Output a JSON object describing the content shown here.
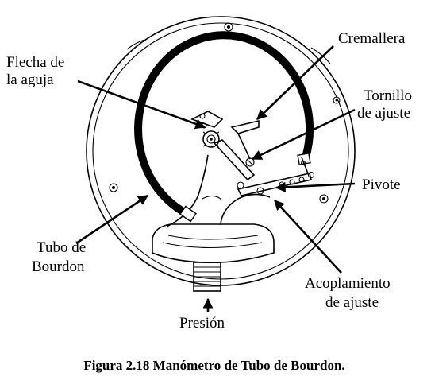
{
  "labels": {
    "cremallera": "Cremallera",
    "flecha_line1": "Flecha de",
    "flecha_line2": "la aguja",
    "tornillo_line1": "Tornillo",
    "tornillo_line2": "de ajuste",
    "pivote": "Pivote",
    "tubo_line1": "Tubo de",
    "tubo_line2": "Bourdon",
    "acoplamiento_line1": "Acoplamiento",
    "acoplamiento_line2": "de ajuste",
    "presion": "Presión"
  },
  "caption": "Figura 2.18 Manómetro de Tubo de Bourdon."
}
